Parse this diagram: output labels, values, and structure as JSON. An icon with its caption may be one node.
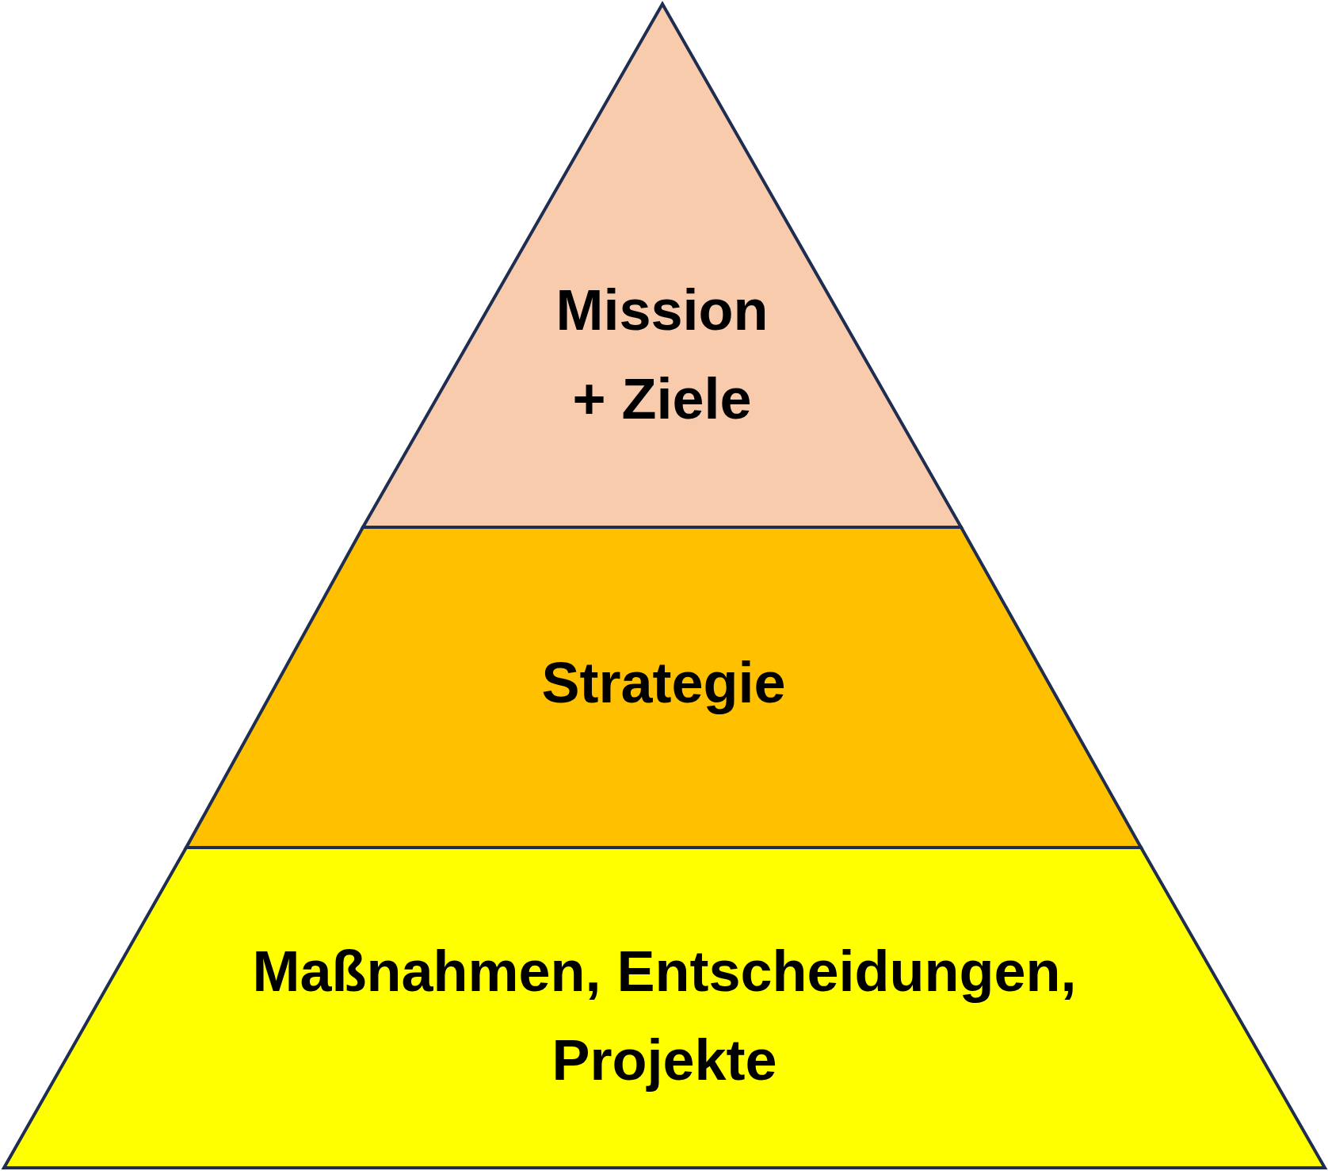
{
  "diagram": {
    "nodes": [
      {
        "text": [
          "Mission + Ziele"
        ]
      },
      {
        "text": [
          "Strategie"
        ]
      },
      {
        "text": [
          "Maßnahmen, Entscheidungen, Projekte"
        ]
      }
    ]
  }
}
